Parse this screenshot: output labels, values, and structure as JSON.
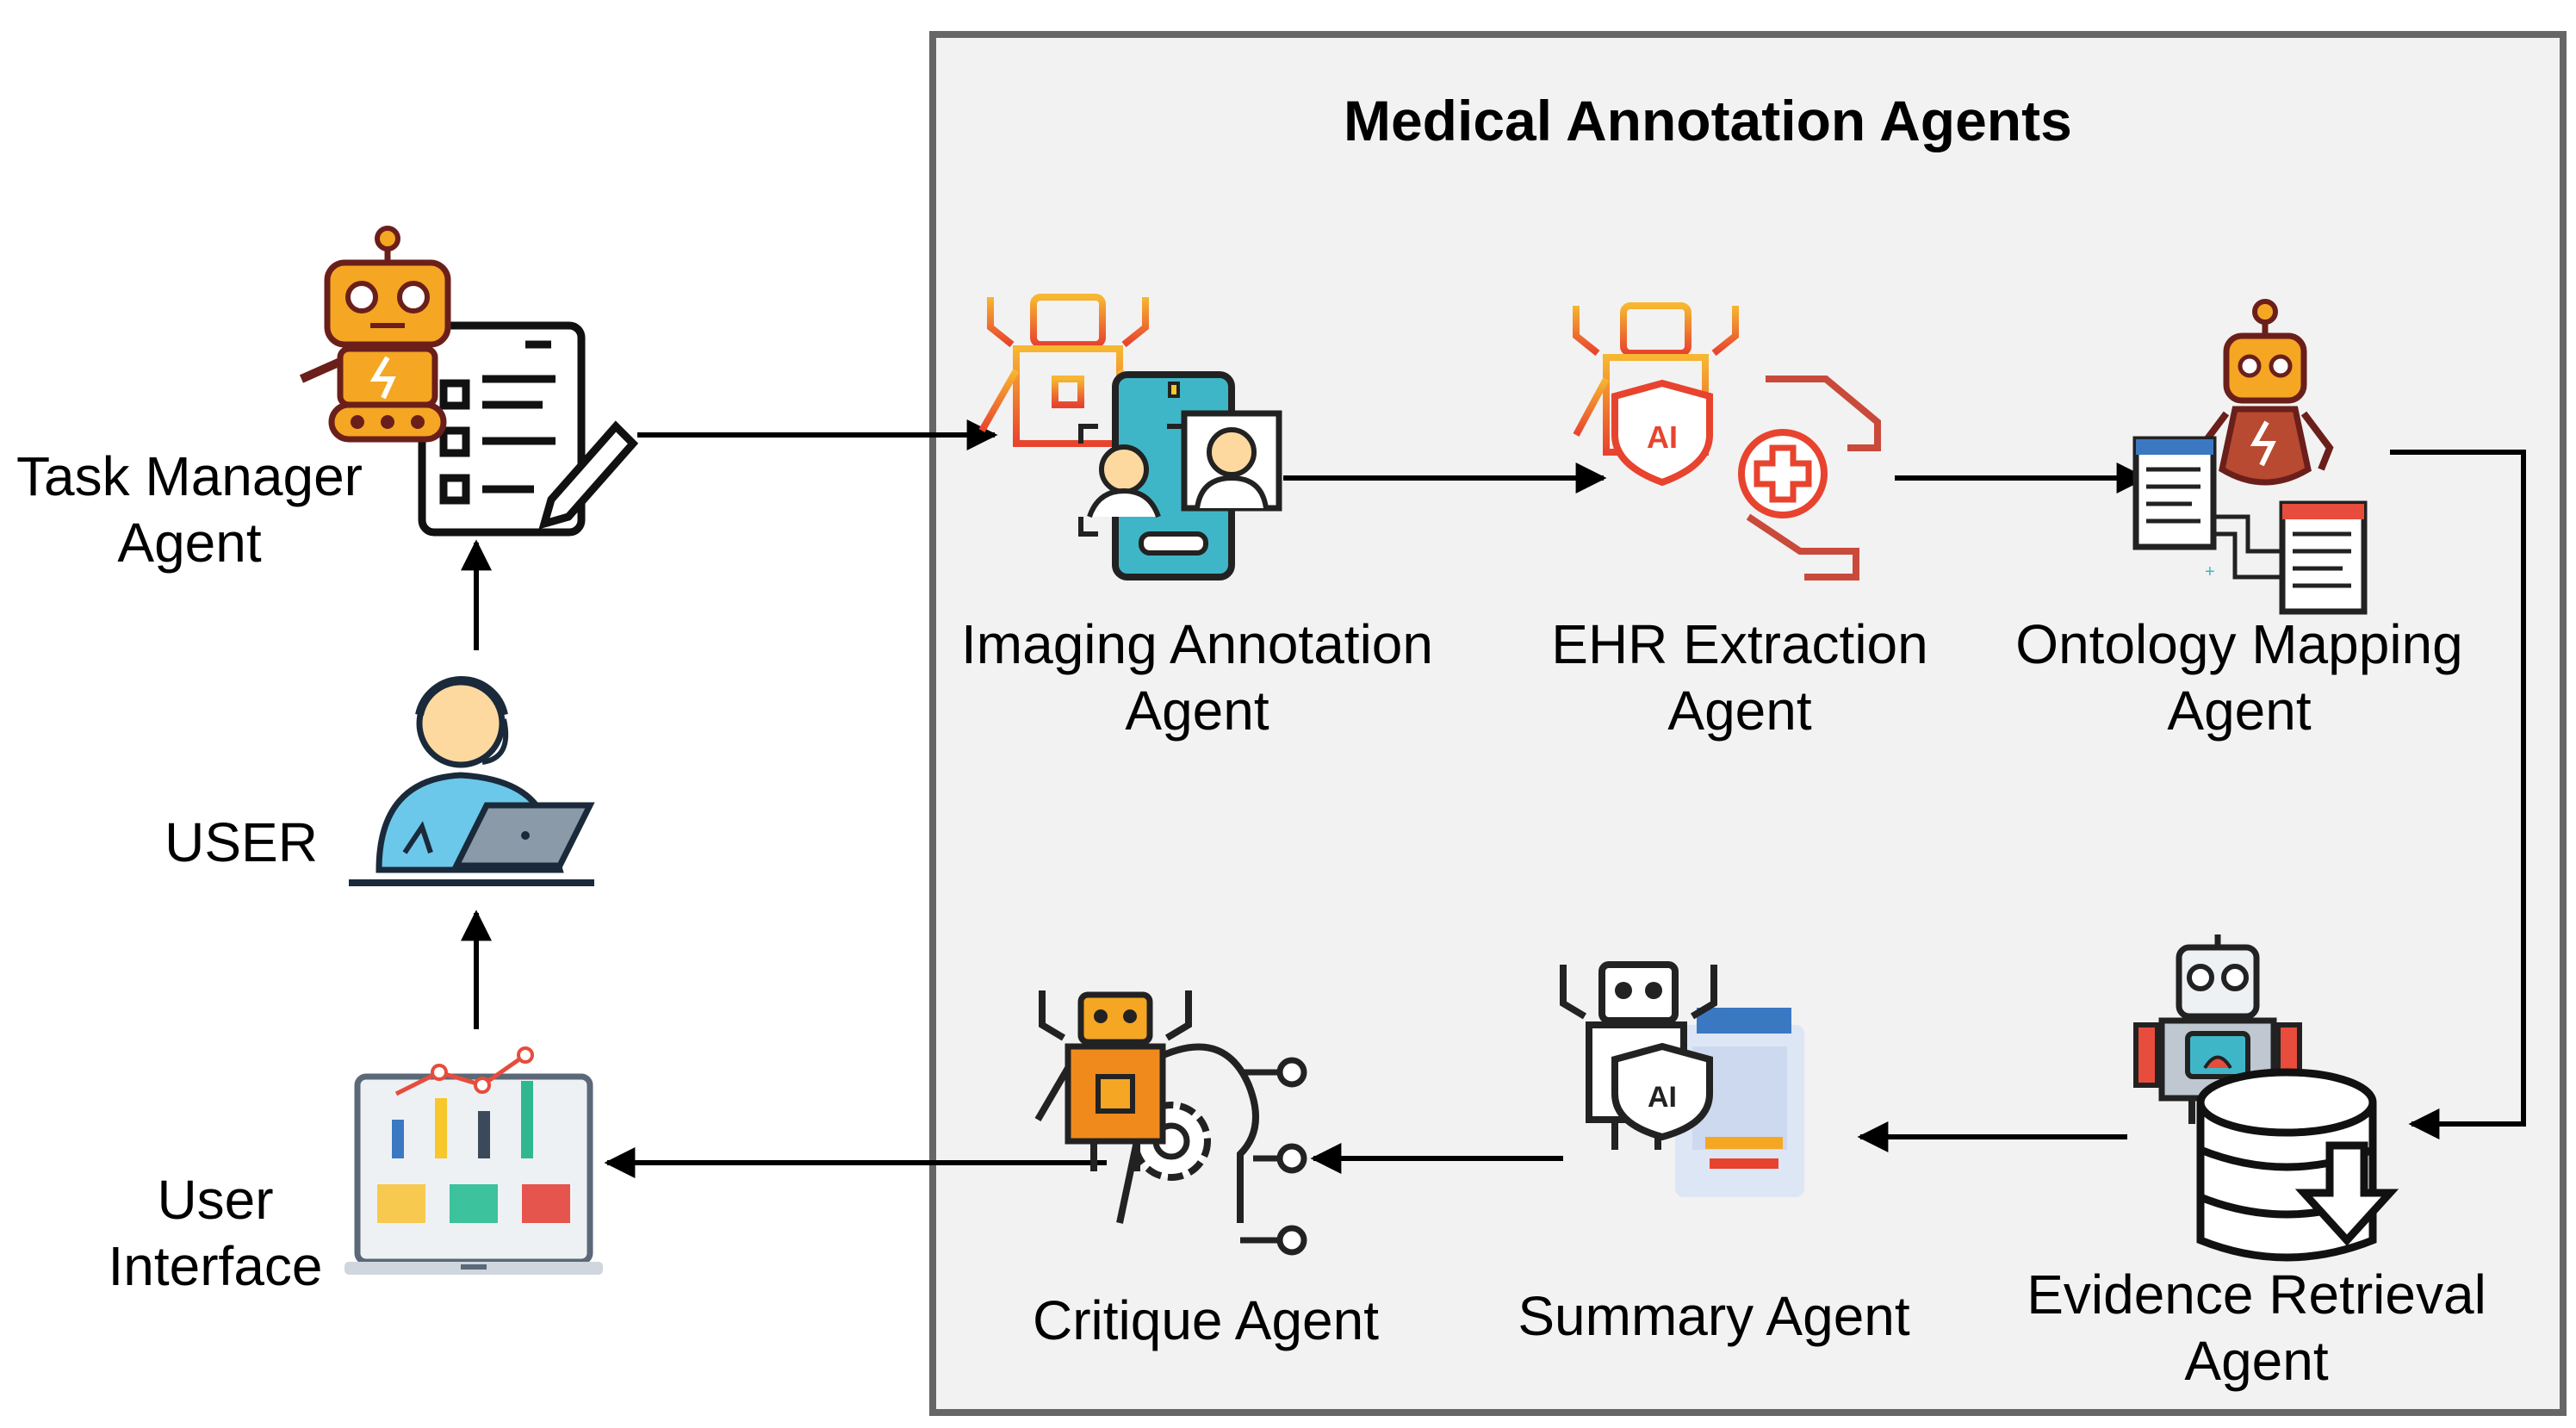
{
  "group": {
    "title": "Medical Annotation Agents"
  },
  "nodes": {
    "task_manager": {
      "line1": "Task Manager",
      "line2": "Agent",
      "icon": "robot-checklist-icon"
    },
    "user": {
      "label": "USER",
      "icon": "user-laptop-icon"
    },
    "user_interface": {
      "line1": "User",
      "line2": "Interface",
      "icon": "dashboard-chart-icon"
    },
    "imaging": {
      "line1": "Imaging Annotation",
      "line2": "Agent",
      "icon": "robot-phone-scan-icon"
    },
    "ehr": {
      "line1": "EHR Extraction",
      "line2": "Agent",
      "icon": "robot-ai-shield-health-icon"
    },
    "ontology": {
      "line1": "Ontology Mapping",
      "line2": "Agent",
      "icon": "robot-documents-icon"
    },
    "evidence": {
      "line1": "Evidence Retrieval",
      "line2": "Agent",
      "icon": "robot-database-icon"
    },
    "summary": {
      "label": "Summary Agent",
      "icon": "robot-ai-document-icon"
    },
    "critique": {
      "label": "Critique Agent",
      "icon": "robot-brain-gear-icon"
    }
  },
  "colors": {
    "group_fill": "#f2f2f2",
    "group_border": "#666666",
    "arrow": "#000000",
    "robot_orange": "#f5a623",
    "robot_dark": "#6b1f1a",
    "accent_red": "#e74c3c",
    "accent_teal": "#3fb6c8"
  }
}
